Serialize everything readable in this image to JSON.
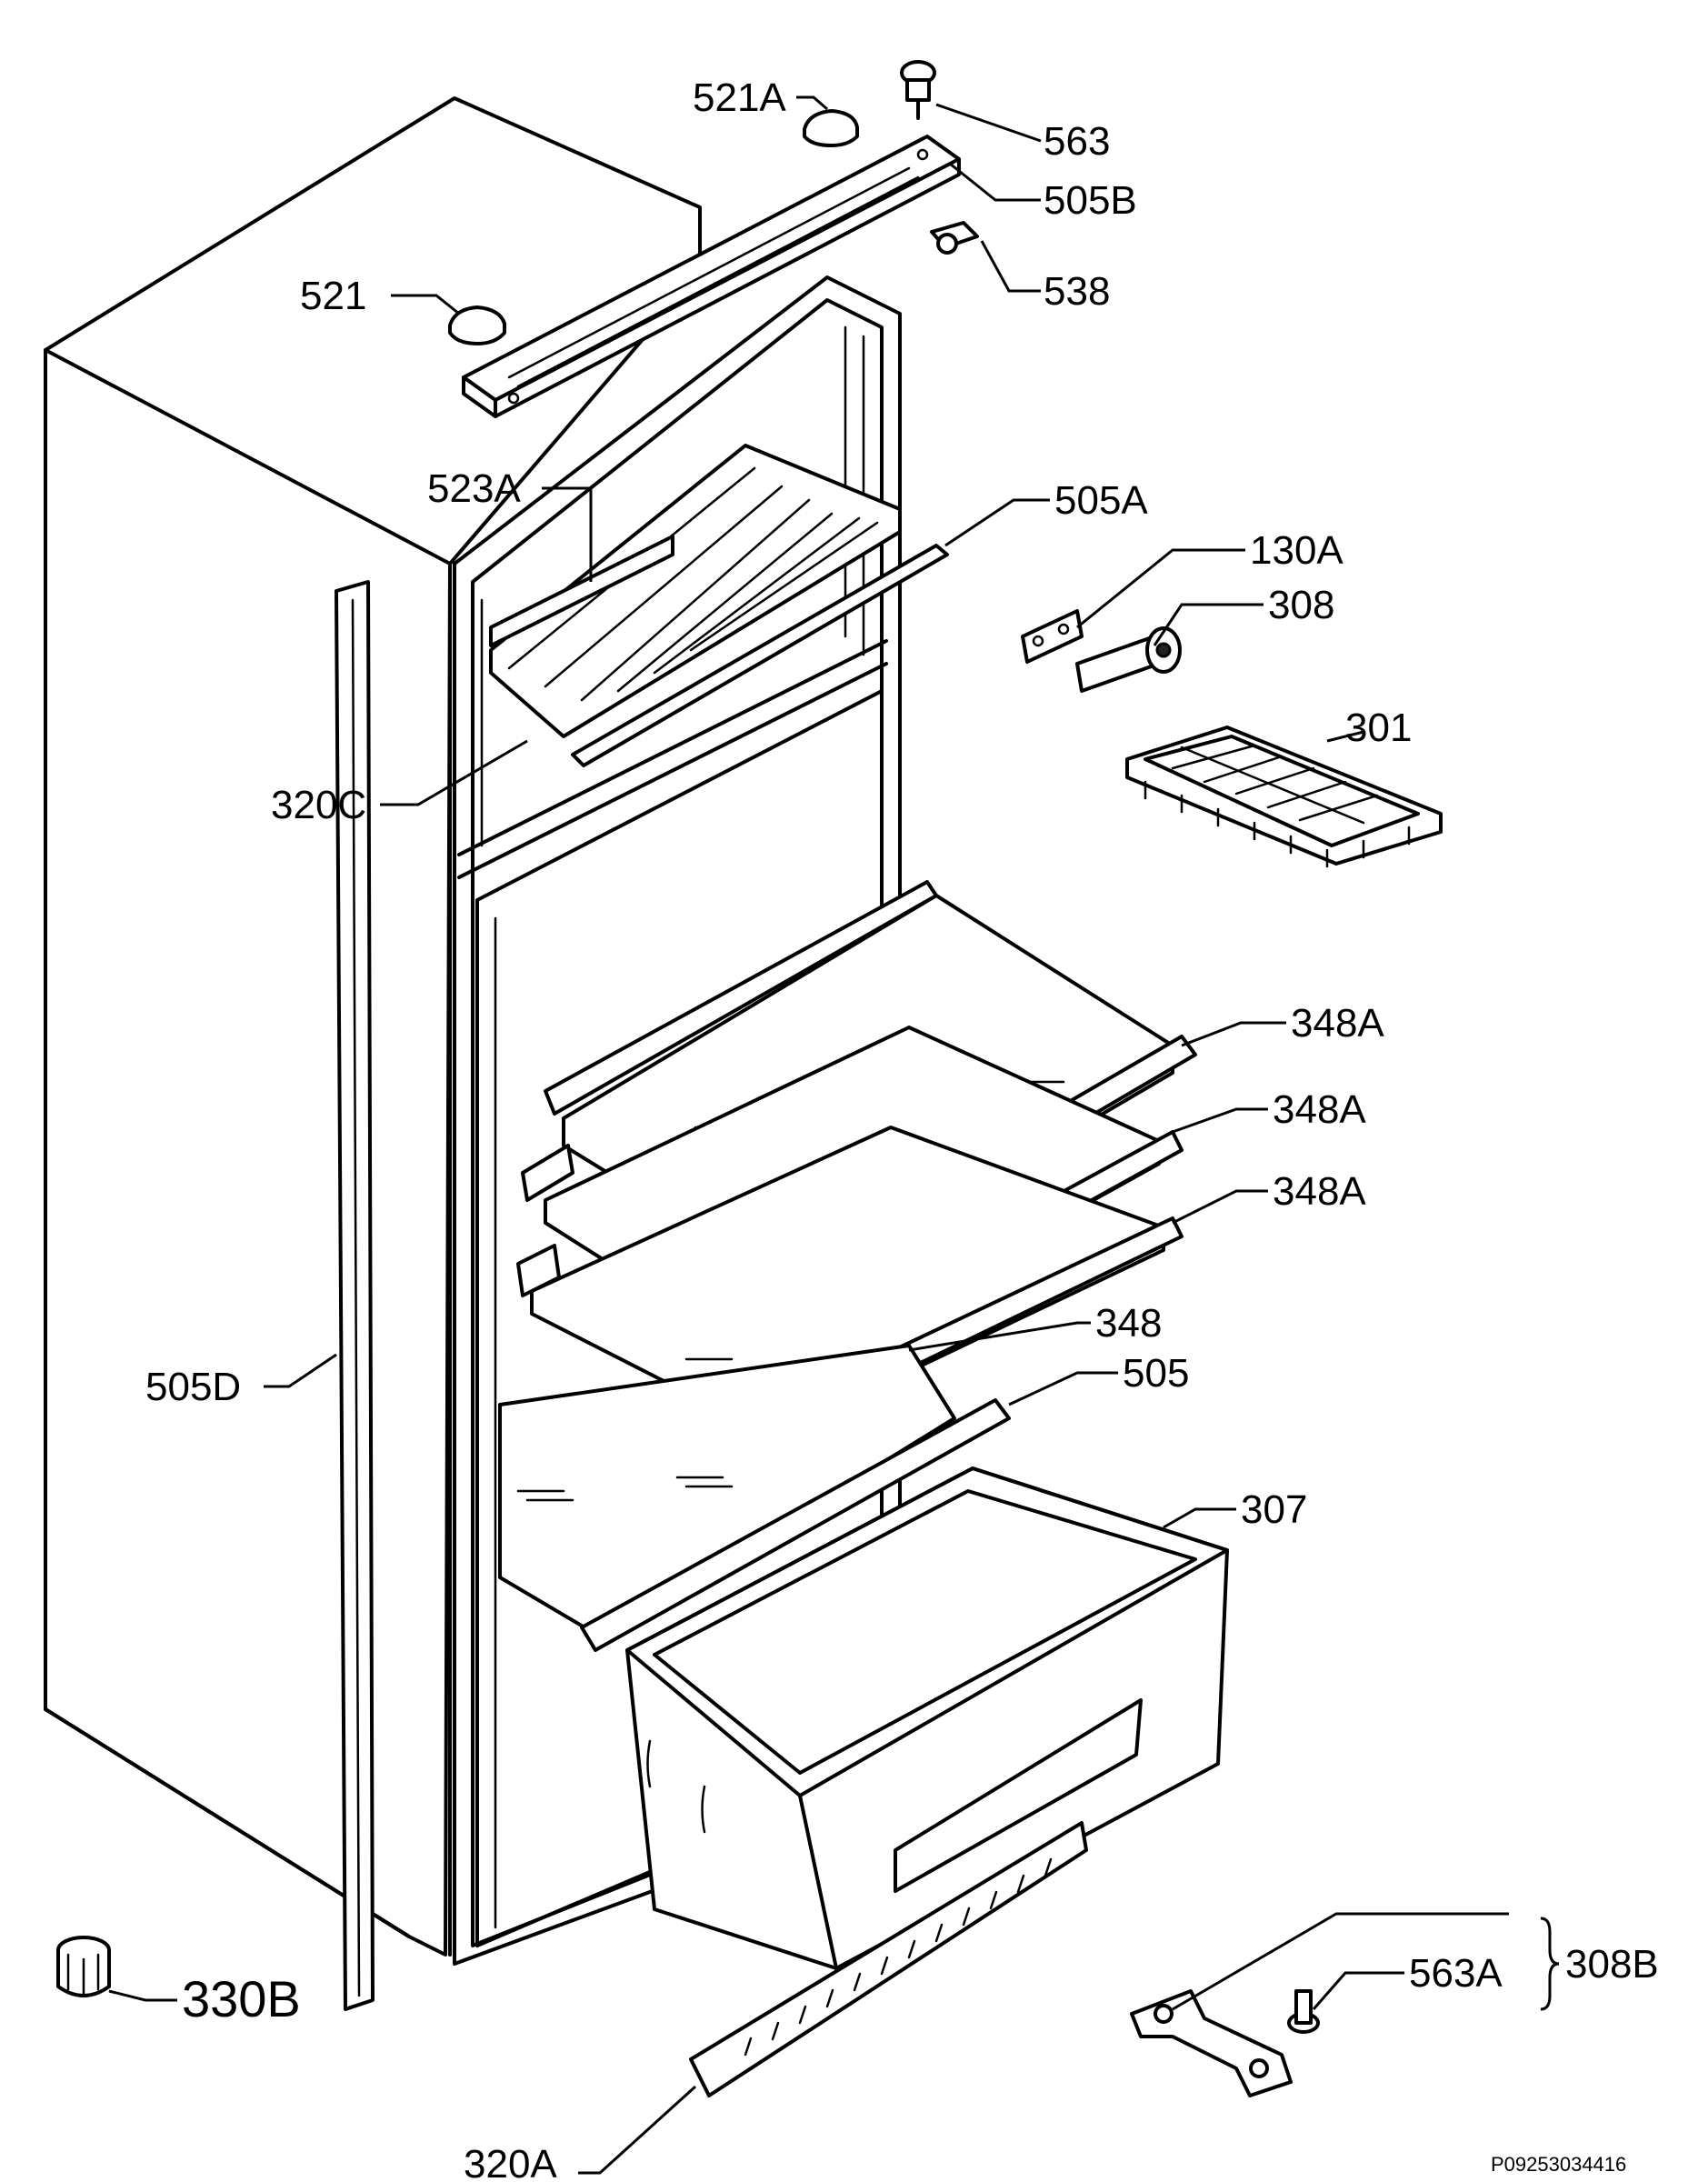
{
  "diagram": {
    "reference_code": "P09253034416",
    "labels": {
      "l521A": "521A",
      "l563": "563",
      "l505B": "505B",
      "l538": "538",
      "l521": "521",
      "l523A": "523A",
      "l505A": "505A",
      "l130A": "130A",
      "l308": "308",
      "l301": "301",
      "l320C": "320C",
      "l348A_1": "348A",
      "l348A_2": "348A",
      "l348A_3": "348A",
      "l348": "348",
      "l505": "505",
      "l307": "307",
      "l505D": "505D",
      "l330B": "330B",
      "l563A": "563A",
      "l308B": "308B",
      "l320A": "320A"
    }
  }
}
